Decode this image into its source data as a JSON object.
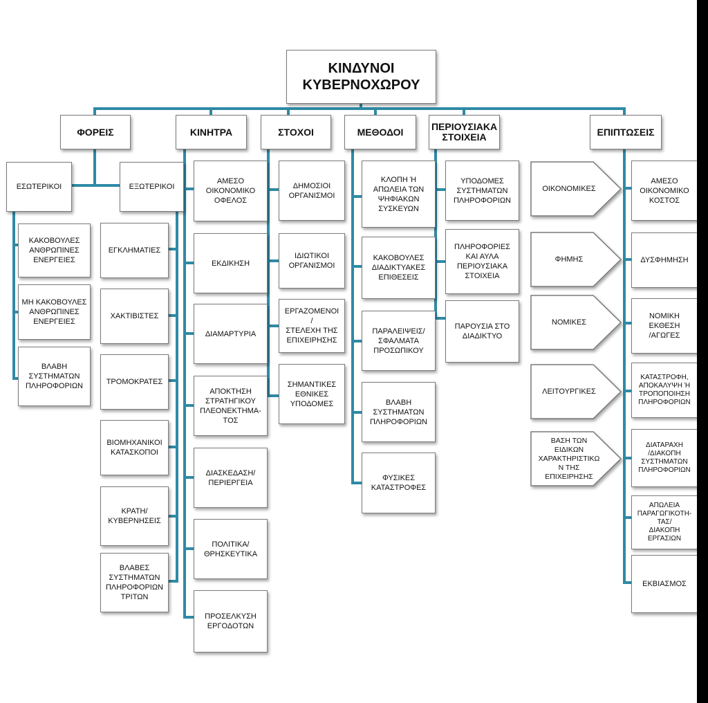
{
  "title": "ΚΙΝΔΥΝΟΙ\nΚΥΒΕΡΝΟΧΩΡΟΥ",
  "categories": {
    "foreis": "ΦΟΡΕΙΣ",
    "kinitra": "ΚΙΝΗΤΡΑ",
    "stoxoi": "ΣΤΟΧΟΙ",
    "methodoi": "ΜΕΘΟΔΟΙ",
    "periousiaka": "ΠΕΡΙΟΥΣΙΑΚΑ\nΣΤΟΙΧΕΙΑ",
    "epiptoseis": "ΕΠΙΠΤΩΣΕΙΣ"
  },
  "foreis": {
    "esoterikoi": "ΕΣΩΤΕΡΙΚΟΙ",
    "exoterikoi": "ΕΞΩΤΕΡΙΚΟΙ",
    "esoterikoi_items": [
      "ΚΑΚΟΒΟΥΛΕΣ\nΑΝΘΡΩΠΙΝΕΣ\nΕΝΕΡΓΕΙΕΣ",
      "ΜΗ ΚΑΚΟΒΟΥΛΕΣ\nΑΝΘΡΩΠΙΝΕΣ\nΕΝΕΡΓΕΙΕΣ",
      "ΒΛΑΒΗ\nΣΥΣΤΗΜΑΤΩΝ\nΠΛΗΡΟΦΟΡΙΩΝ"
    ],
    "exoterikoi_items": [
      "ΕΓΚΛΗΜΑΤΙΕΣ",
      "ΧΑΚΤΙΒΙΣΤΕΣ",
      "ΤΡΟΜΟΚΡΑΤΕΣ",
      "ΒΙΟΜΗΧΑΝΙΚΟΙ\nΚΑΤΑΣΚΟΠΟΙ",
      "ΚΡΑΤΗ/\nΚΥΒΕΡΝΗΣΕΙΣ",
      "ΒΛΑΒΕΣ\nΣΥΣΤΗΜΑΤΩΝ\nΠΛΗΡΟΦΟΡΙΩΝ\nΤΡΙΤΩΝ"
    ]
  },
  "kinitra_items": [
    "ΑΜΕΣΟ\nΟΙΚΟΝΟΜΙΚΟ\nΟΦΕΛΟΣ",
    "ΕΚΔΙΚΗΣΗ",
    "ΔΙΑΜΑΡΤΥΡΙΑ",
    "ΑΠΟΚΤΗΣΗ\nΣΤΡΑΤΗΓΙΚΟΥ\nΠΛΕΟΝΕΚΤΗΜΑ-\nΤΟΣ",
    "ΔΙΑΣΚΕΔΑΣΗ/\nΠΕΡΙΕΡΓΕΙΑ",
    "ΠΟΛΙΤΙΚΑ/\nΘΡΗΣΚΕΥΤΙΚΑ",
    "ΠΡΟΣΕΛΚΥΣΗ\nΕΡΓΟΔΟΤΩΝ"
  ],
  "stoxoi_items": [
    "ΔΗΜΟΣΙΟΙ\nΟΡΓΑΝΙΣΜΟΙ",
    "ΙΔΙΩΤΙΚΟΙ\nΟΡΓΑΝΙΣΜΟΙ",
    "ΕΡΓΑΖΟΜΕΝΟΙ\n/\nΣΤΕΛΕΧΗ ΤΗΣ\nΕΠΙΧΕΙΡΗΣΗΣ",
    "ΣΗΜΑΝΤΙΚΕΣ\nΕΘΝΙΚΕΣ\nΥΠΟΔΟΜΕΣ"
  ],
  "methodoi_items": [
    "ΚΛΟΠΗ Ή\nΑΠΩΛΕΙΑ ΤΩΝ\nΨΗΦΙΑΚΩΝ\nΣΥΣΚΕΥΩΝ",
    "ΚΑΚΟΒΟΥΛΕΣ\nΔΙΑΔΙΚΤΥΑΚΕΣ\nΕΠΙΘΕΣΕΙΣ",
    "ΠΑΡΑΛΕΙΨΕΙΣ/\nΣΦΑΛΜΑΤΑ\nΠΡΟΣΩΠΙΚΟΥ",
    "ΒΛΑΒΗ\nΣΥΣΤΗΜΑΤΩΝ\nΠΛΗΡΟΦΟΡΙΩΝ",
    "ΦΥΣΙΚΕΣ\nΚΑΤΑΣΤΡΟΦΕΣ"
  ],
  "periousiaka_items": [
    "ΥΠΟΔΟΜΕΣ\nΣΥΣΤΗΜΑΤΩΝ\nΠΛΗΡΟΦΟΡΙΩΝ",
    "ΠΛΗΡΟΦΟΡΙΕΣ\nΚΑΙ ΑΥΛΑ\nΠΕΡΙΟΥΣΙΑΚΑ\nΣΤΟΙΧΕΙΑ",
    "ΠΑΡΟΥΣΙΑ ΣΤΟ\nΔΙΑΔΙΚΤΥΟ"
  ],
  "epiptoseis_types": [
    "ΟΙΚΟΝΟΜΙΚΕΣ",
    "ΦΗΜΗΣ",
    "ΝΟΜΙΚΕΣ",
    "ΛΕΙΤΟΥΡΓΙΚΕΣ",
    "ΒΑΣΗ ΤΩΝ\nΕΙΔΙΚΩΝ\nΧΑΡΑΚΤΗΡΙΣΤΙΚΩ\nΝ ΤΗΣ\nΕΠΙΧΕΙΡΗΣΗΣ"
  ],
  "epiptoseis_items": [
    "ΑΜΕΣΟ\nΟΙΚΟΝΟΜΙΚΟ\nΚΟΣΤΟΣ",
    "ΔΥΣΦΗΜΗΣΗ",
    "ΝΟΜΙΚΗ\nΕΚΘΕΣΗ\n/ΑΓΩΓΕΣ",
    "ΚΑΤΑΣΤΡΟΦΗ,\nΑΠΟΚΑΛΥΨΗ Ή\nΤΡΟΠΟΠΟΙΗΣΗ\nΠΛΗΡΟΦΟΡΙΩΝ",
    "ΔΙΑΤΑΡΑΧΗ\n/ΔΙΑΚΟΠΗ\nΣΥΣΤΗΜΑΤΩΝ\nΠΛΗΡΟΦΟΡΙΩΝ",
    "ΑΠΩΛΕΙΑ\nΠΑΡΑΓΩΓΙΚΟΤΗ-\nΤΑΣ/\nΔΙΑΚΟΠΗ\nΕΡΓΑΣΙΩΝ",
    "ΕΚΒΙΑΣΜΟΣ"
  ],
  "colors": {
    "connector": "#2f8aa5",
    "border": "#7a7a7a",
    "shadow": "#555555"
  }
}
